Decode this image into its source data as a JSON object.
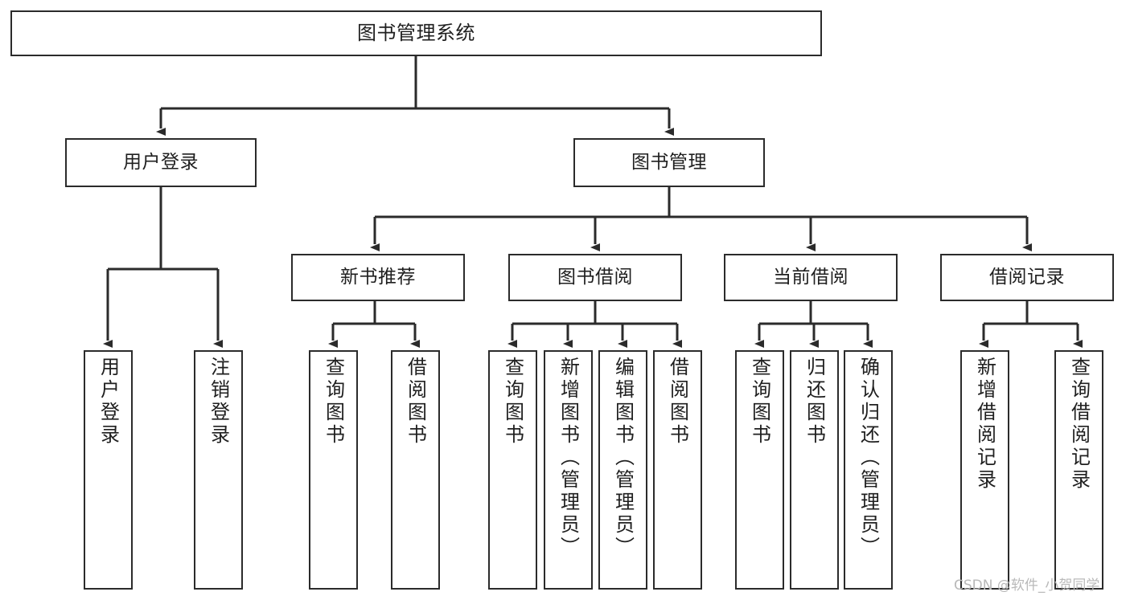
{
  "diagram": {
    "title": "图书管理系统",
    "type": "hierarchy-tree",
    "orientation": "top-down",
    "colors": {
      "node_border": "#2b2b2b",
      "node_fill": "#ffffff",
      "edge": "#2b2b2b",
      "text": "#1f1f1f",
      "background": "#ffffff",
      "watermark": "#b9b9b9"
    }
  },
  "watermark": {
    "text": "CSDN @软件_小贺同学"
  },
  "nodes": {
    "root": {
      "label": "图书管理系统"
    },
    "level1": [
      {
        "label": "用户登录"
      },
      {
        "label": "图书管理"
      }
    ],
    "level2": [
      {
        "label": "新书推荐"
      },
      {
        "label": "图书借阅"
      },
      {
        "label": "当前借阅"
      },
      {
        "label": "借阅记录"
      }
    ],
    "leaves": {
      "user_login": [
        {
          "label": "用户登录"
        },
        {
          "label": "注销登录"
        }
      ],
      "new_book_recommend": [
        {
          "label": "查询图书"
        },
        {
          "label": "借阅图书"
        }
      ],
      "book_borrow": [
        {
          "label": "查询图书"
        },
        {
          "label": "新增图书（管理员）"
        },
        {
          "label": "编辑图书（管理员）"
        },
        {
          "label": "借阅图书"
        }
      ],
      "current_borrow": [
        {
          "label": "查询图书"
        },
        {
          "label": "归还图书"
        },
        {
          "label": "确认归还（管理员）"
        }
      ],
      "borrow_record": [
        {
          "label": "新增借阅记录"
        },
        {
          "label": "查询借阅记录"
        }
      ]
    }
  },
  "tree": {
    "name": "图书管理系统",
    "children": [
      {
        "name": "用户登录",
        "children": [
          {
            "name": "用户登录"
          },
          {
            "name": "注销登录"
          }
        ]
      },
      {
        "name": "图书管理",
        "children": [
          {
            "name": "新书推荐",
            "children": [
              {
                "name": "查询图书"
              },
              {
                "name": "借阅图书"
              }
            ]
          },
          {
            "name": "图书借阅",
            "children": [
              {
                "name": "查询图书"
              },
              {
                "name": "新增图书（管理员）"
              },
              {
                "name": "编辑图书（管理员）"
              },
              {
                "name": "借阅图书"
              }
            ]
          },
          {
            "name": "当前借阅",
            "children": [
              {
                "name": "查询图书"
              },
              {
                "name": "归还图书"
              },
              {
                "name": "确认归还（管理员）"
              }
            ]
          },
          {
            "name": "借阅记录",
            "children": [
              {
                "name": "新增借阅记录"
              },
              {
                "name": "查询借阅记录"
              }
            ]
          }
        ]
      }
    ]
  }
}
